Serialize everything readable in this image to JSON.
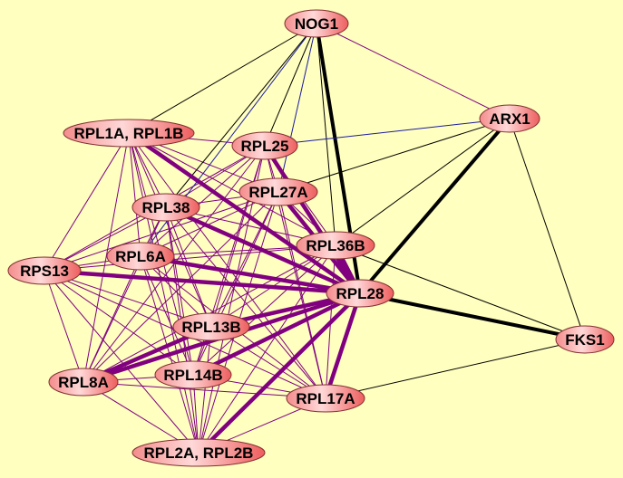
{
  "graph": {
    "nodes": [
      {
        "id": "NOG1",
        "label": "NOG1"
      },
      {
        "id": "ARX1",
        "label": "ARX1"
      },
      {
        "id": "RPL1A",
        "label": "RPL1A, RPL1B"
      },
      {
        "id": "RPL25",
        "label": "RPL25"
      },
      {
        "id": "RPL27A",
        "label": "RPL27A"
      },
      {
        "id": "RPL38",
        "label": "RPL38"
      },
      {
        "id": "RPL36B",
        "label": "RPL36B"
      },
      {
        "id": "RPL6A",
        "label": "RPL6A"
      },
      {
        "id": "RPS13",
        "label": "RPS13"
      },
      {
        "id": "RPL28",
        "label": "RPL28"
      },
      {
        "id": "RPL13B",
        "label": "RPL13B"
      },
      {
        "id": "FKS1",
        "label": "FKS1"
      },
      {
        "id": "RPL8A",
        "label": "RPL8A"
      },
      {
        "id": "RPL14B",
        "label": "RPL14B"
      },
      {
        "id": "RPL17A",
        "label": "RPL17A"
      },
      {
        "id": "RPL2A",
        "label": "RPL2A, RPL2B"
      }
    ],
    "cluster_complete_thin": [
      "RPL1A",
      "RPL25",
      "RPL27A",
      "RPL38",
      "RPL36B",
      "RPL6A",
      "RPS13",
      "RPL13B",
      "RPL8A",
      "RPL14B",
      "RPL17A",
      "RPL2A"
    ],
    "edges": [
      {
        "a": "NOG1",
        "b": "RPL28",
        "type": "black-thick"
      },
      {
        "a": "ARX1",
        "b": "RPL28",
        "type": "black-thick"
      },
      {
        "a": "FKS1",
        "b": "RPL28",
        "type": "black-thick"
      },
      {
        "a": "NOG1",
        "b": "ARX1",
        "type": "purple-thin"
      },
      {
        "a": "NOG1",
        "b": "RPL1A",
        "type": "black-thin"
      },
      {
        "a": "NOG1",
        "b": "RPL38",
        "type": "black-thin"
      },
      {
        "a": "NOG1",
        "b": "RPL6A",
        "type": "blue-thin"
      },
      {
        "a": "NOG1",
        "b": "RPL25",
        "type": "black-thin"
      },
      {
        "a": "NOG1",
        "b": "RPL27A",
        "type": "blue-thin"
      },
      {
        "a": "NOG1",
        "b": "RPL36B",
        "type": "black-thin"
      },
      {
        "a": "ARX1",
        "b": "RPL25",
        "type": "blue-thin"
      },
      {
        "a": "ARX1",
        "b": "RPL27A",
        "type": "black-thin"
      },
      {
        "a": "ARX1",
        "b": "RPL36B",
        "type": "black-thin"
      },
      {
        "a": "ARX1",
        "b": "FKS1",
        "type": "black-thin"
      },
      {
        "a": "FKS1",
        "b": "RPL36B",
        "type": "black-thin"
      },
      {
        "a": "FKS1",
        "b": "RPL17A",
        "type": "black-thin"
      },
      {
        "a": "RPL28",
        "b": "RPL1A",
        "type": "purple-thick"
      },
      {
        "a": "RPL28",
        "b": "RPL25",
        "type": "purple-thick"
      },
      {
        "a": "RPL28",
        "b": "RPL27A",
        "type": "purple-thick"
      },
      {
        "a": "RPL28",
        "b": "RPL38",
        "type": "purple-thick"
      },
      {
        "a": "RPL28",
        "b": "RPL36B",
        "type": "purple-thick"
      },
      {
        "a": "RPL28",
        "b": "RPL6A",
        "type": "purple-thick"
      },
      {
        "a": "RPL28",
        "b": "RPS13",
        "type": "purple-thick"
      },
      {
        "a": "RPL28",
        "b": "RPL13B",
        "type": "purple-thick"
      },
      {
        "a": "RPL28",
        "b": "RPL8A",
        "type": "purple-thick"
      },
      {
        "a": "RPL28",
        "b": "RPL14B",
        "type": "purple-thick"
      },
      {
        "a": "RPL28",
        "b": "RPL17A",
        "type": "purple-thick"
      },
      {
        "a": "RPL28",
        "b": "RPL2A",
        "type": "purple-thick"
      },
      {
        "a": "RPL13B",
        "b": "RPL8A",
        "type": "purple-thick"
      }
    ],
    "colors": {
      "background": "#ffffc0",
      "purple": "#800080",
      "blue": "#1a1aa0",
      "black": "#000000",
      "node_light": "#ffd6d6",
      "node_dark": "#f06a6a"
    }
  }
}
